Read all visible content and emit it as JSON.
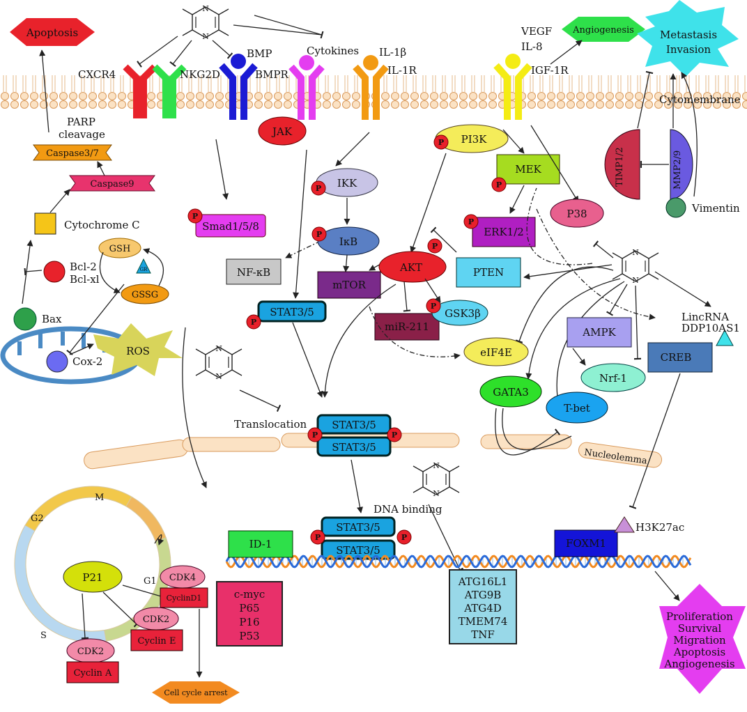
{
  "outcomes": {
    "apoptosis": "Apoptosis",
    "angiogenesis": "Angiogenesis",
    "metastasis_line1": "Metastasis",
    "metastasis_line2": "Invasion",
    "cell_cycle_arrest": "Cell cycle arrest",
    "final_lines": [
      "Proliferation",
      "Survival",
      "Migration",
      "Apoptosis",
      "Angiogenesis"
    ]
  },
  "receptors": {
    "cxcr4": "CXCR4",
    "nkg2d": "NKG2D",
    "bmp": "BMP",
    "bmpr": "BMPR",
    "cytokines": "Cytokines",
    "il1b": "IL-1β",
    "il1r": "IL-1R",
    "vegf": "VEGF",
    "il8": "IL-8",
    "igf1r": "IGF-1R"
  },
  "membrane": {
    "cytomembrane": "Cytomembrane",
    "nucleolemma": "Nucleolemma"
  },
  "apoptosis_path": {
    "parp1": "PARP",
    "parp2": "cleavage",
    "caspase37": "Caspase3/7",
    "caspase9": "Caspase9",
    "cytochrome_c": "Cytochrome C",
    "bcl2": "Bcl-2",
    "bclxl": "Bcl-xl",
    "gsh": "GSH",
    "gr": "GR",
    "gssg": "GSSG",
    "bax": "Bax",
    "ros": "ROS",
    "cox2": "Cox-2"
  },
  "cytoplasm": {
    "jak": "JAK",
    "smad": "Smad1/5/8",
    "ikk": "IKK",
    "ikb": "IκB",
    "nfkb": "NF-κB",
    "mtor": "mTOR",
    "akt": "AKT",
    "pi3k": "PI3K",
    "mek": "MEK",
    "erk": "ERK1/2",
    "pten": "PTEN",
    "p38": "P38",
    "stat35": "STAT3/5",
    "mir211": "miR-211",
    "gsk3b": "GSK3β",
    "eif4e": "eIF4E",
    "ampk": "AMPK",
    "nrf1": "Nrf-1",
    "gata3": "GATA3",
    "tbet": "T-bet",
    "creb": "CREB",
    "lincrna1": "LincRNA",
    "lincrna2": "DDP10AS1",
    "timp": "TIMP1/2",
    "mmp": "MMP2/9",
    "vimentin": "Vimentin",
    "translocation": "Translocation",
    "p": "P"
  },
  "nucleus": {
    "dna_binding": "DNA binding",
    "stat35": "STAT3/5",
    "id1": "ID-1",
    "foxm1": "FOXM1",
    "h3k27ac": "H3K27ac",
    "targets_left": [
      "c-myc",
      "P65",
      "P16",
      "P53"
    ],
    "targets_mid": [
      "ATG16L1",
      "ATG9B",
      "ATG4D",
      "TMEM74",
      "TNF"
    ]
  },
  "cell_cycle": {
    "g1": "G1",
    "g2": "G2",
    "m": "M",
    "s": "S",
    "p21": "P21",
    "cdk4": "CDK4",
    "cyclind1": "CyclinD1",
    "cdk2a": "CDK2",
    "cycline": "Cyclin E",
    "cdk2b": "CDK2",
    "cyclina": "Cyclin A"
  },
  "colors": {
    "membrane": "#f6c99a",
    "jak": "#e8222b",
    "smad": "#e43df0",
    "stat": "#1aa3e0",
    "akt": "#e8222b",
    "mtor": "#7a2a8a",
    "erk": "#b01fc2",
    "pten": "#5fd4f2",
    "mek": "#a6dc20",
    "foxm1": "#1414d8",
    "id1": "#2ee04a"
  }
}
